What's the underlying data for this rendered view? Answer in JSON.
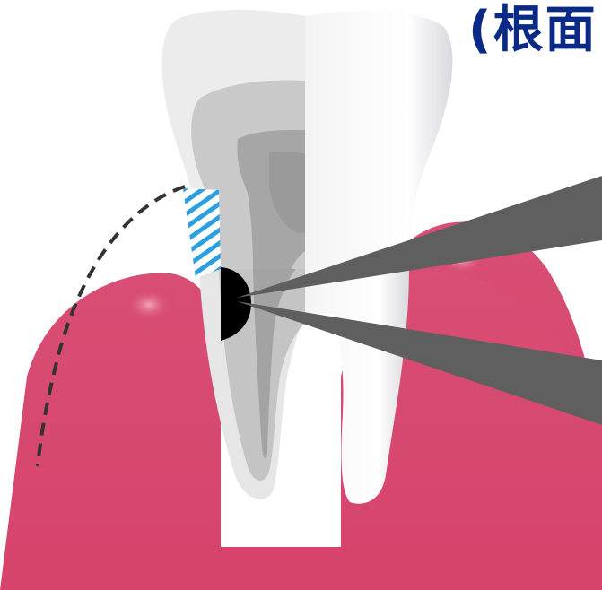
{
  "heading": {
    "text": "(根面"
  },
  "colors": {
    "gum": "#d6436b",
    "gum_highlight": "#e97494",
    "tooth_enamel": "#ededed",
    "tooth_dentin": "#c8c8c8",
    "tooth_pulp": "#a3a3a3",
    "tooth_root_shade": "#b8b8b8",
    "cavity": "#000000",
    "pointer": "#5f5f5f",
    "hatch_blue": "#2b9fe0",
    "dashed_line": "#333333",
    "heading": "#0b2a86"
  },
  "annotations": {
    "pointer_count": 2,
    "cavity_label": "root-surface-caries",
    "hatched_region": "exposed-root-surface",
    "dashed_outline": "original-gum-line"
  }
}
